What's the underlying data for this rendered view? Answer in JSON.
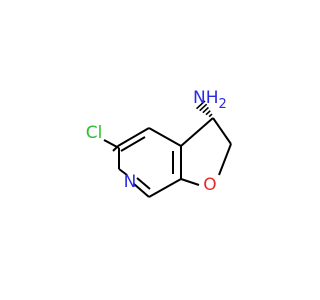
{
  "molecule": {
    "atoms": {
      "chlorine": {
        "symbol": "Cl",
        "color": "#2fbf2f"
      },
      "nitrogen_ring": {
        "symbol": "N",
        "color": "#2a2ae6"
      },
      "oxygen": {
        "symbol": "O",
        "color": "#e62a2a"
      },
      "amine": {
        "symbol": "NH",
        "subscript": "2",
        "color": "#2a2ae6"
      }
    },
    "bond_color": "#000000"
  }
}
